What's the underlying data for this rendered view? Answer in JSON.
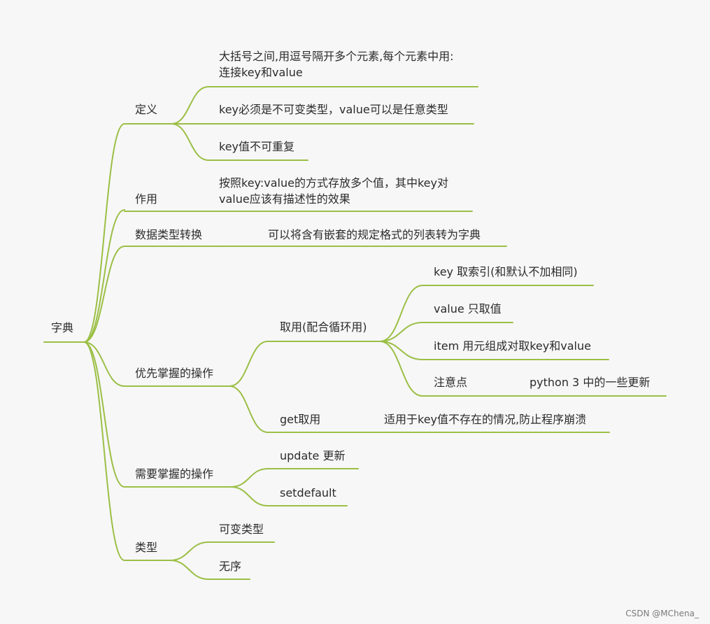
{
  "root": {
    "label": "字典"
  },
  "branches": [
    {
      "label": "定义",
      "children": [
        {
          "label": "大括号之间,用逗号隔开多个元素,每个元素中用:",
          "label2": "连接key和value"
        },
        {
          "label": "key必须是不可变类型，value可以是任意类型"
        },
        {
          "label": "key值不可重复"
        }
      ]
    },
    {
      "label": "作用",
      "children": [
        {
          "label": "按照key:value的方式存放多个值，其中key对",
          "label2": "value应该有描述性的效果"
        }
      ]
    },
    {
      "label": "数据类型转换",
      "children": [
        {
          "label": "可以将含有嵌套的规定格式的列表转为字典"
        }
      ]
    },
    {
      "label": "优先掌握的操作",
      "children": [
        {
          "label": "取用(配合循环用)",
          "children": [
            {
              "label": "key 取索引(和默认不加相同)"
            },
            {
              "label": "value 只取值"
            },
            {
              "label": "item 用元组成对取key和value"
            },
            {
              "label": "注意点",
              "children": [
                {
                  "label": "python 3 中的一些更新"
                }
              ]
            }
          ]
        },
        {
          "label": "get取用",
          "children": [
            {
              "label": "适用于key值不存在的情况,防止程序崩溃"
            }
          ]
        }
      ]
    },
    {
      "label": "需要掌握的操作",
      "children": [
        {
          "label": "update 更新"
        },
        {
          "label": "setdefault"
        }
      ]
    },
    {
      "label": "类型",
      "children": [
        {
          "label": "可变类型"
        },
        {
          "label": "无序"
        }
      ]
    }
  ],
  "style": {
    "line_color": "#9bbf45",
    "text_color": "#2b2b2b",
    "background": "#f7f7f8"
  },
  "watermark": "CSDN @MChena_"
}
